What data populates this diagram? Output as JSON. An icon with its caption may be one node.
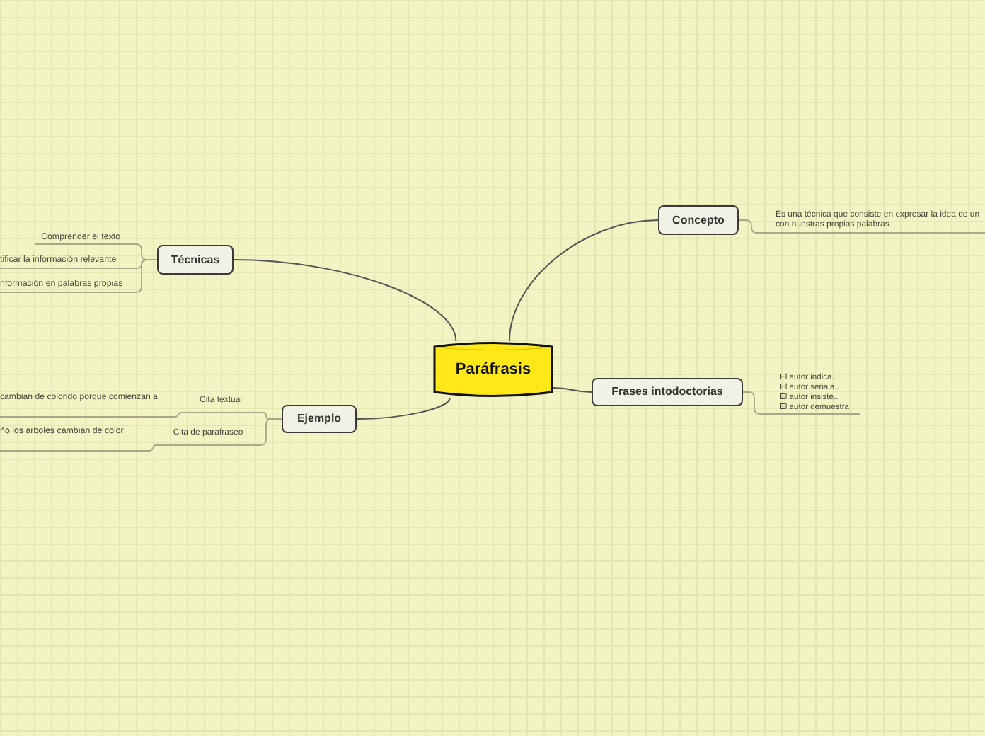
{
  "diagram": {
    "nodes": [
      {
        "text": [
          "Paráfrasis"
        ]
      },
      {
        "text": [
          "Concepto"
        ]
      },
      {
        "text": [
          "Es una técnica que consiste en expresar la idea de un con nuestras propias palabras."
        ]
      },
      {
        "text": [
          "Técnicas"
        ]
      },
      {
        "text": [
          "Comprender el texto"
        ]
      },
      {
        "text": [
          "tificar la información relevante"
        ]
      },
      {
        "text": [
          "nformación en palabras propias"
        ]
      },
      {
        "text": [
          "Frases intodoctorias"
        ]
      },
      {
        "text": [
          "El autor indica..",
          "El autor señala..",
          "El autor insiste..",
          "El autor demuestra"
        ]
      },
      {
        "text": [
          "Ejemplo"
        ]
      },
      {
        "text": [
          "Cita textual"
        ]
      },
      {
        "text": [
          "cambian de colorido porque comienzan a"
        ]
      },
      {
        "text": [
          "Cita de parafraseo"
        ]
      },
      {
        "text": [
          "ño los árboles cambian de color"
        ]
      }
    ],
    "edges": [
      {
        "from": 0,
        "to": 1,
        "arrow": "none",
        "color": "#555555"
      },
      {
        "from": 1,
        "to": 2,
        "arrow": "none"
      },
      {
        "from": 0,
        "to": 3,
        "arrow": "none",
        "color": "#555555"
      },
      {
        "from": 3,
        "to": 4,
        "arrow": "none"
      },
      {
        "from": 3,
        "to": 5,
        "arrow": "none"
      },
      {
        "from": 3,
        "to": 6,
        "arrow": "none"
      },
      {
        "from": 0,
        "to": 7,
        "arrow": "none",
        "color": "#555555"
      },
      {
        "from": 7,
        "to": 8,
        "arrow": "none"
      },
      {
        "from": 0,
        "to": 9,
        "arrow": "none",
        "color": "#555555"
      },
      {
        "from": 9,
        "to": 10,
        "arrow": "none"
      },
      {
        "from": 10,
        "to": 11,
        "arrow": "none"
      },
      {
        "from": 9,
        "to": 12,
        "arrow": "none"
      },
      {
        "from": 12,
        "to": 13,
        "arrow": "none"
      }
    ]
  }
}
